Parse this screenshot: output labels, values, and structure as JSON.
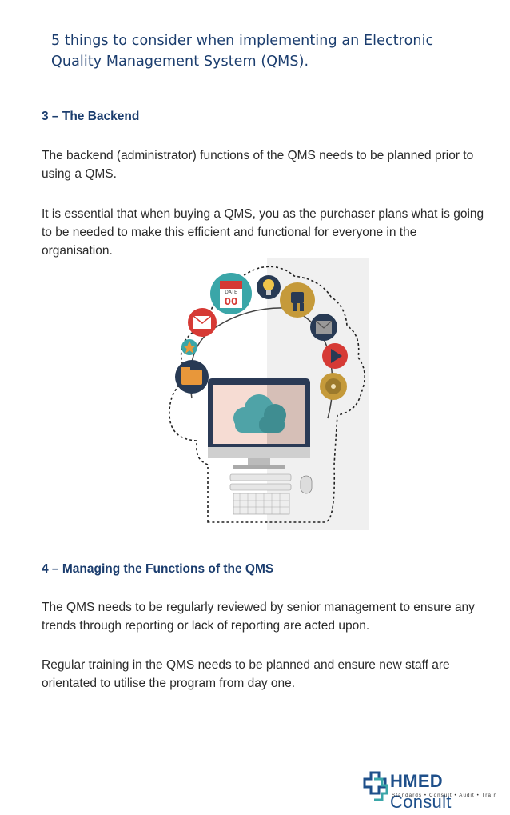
{
  "doc": {
    "title_line1": "5 things to consider when implementing an Electronic",
    "title_line2": "Quality Management System (QMS).",
    "section3": {
      "heading": "3 – The Backend",
      "para1": "The backend (administrator) functions of the QMS needs to be planned prior to using a QMS.",
      "para2": "It is essential that when buying a QMS, you as the purchaser plans what is going to be needed to make this efficient and functional for everyone in the organisation."
    },
    "section4": {
      "heading": "4 – Managing the Functions of the QMS",
      "para1": "The QMS needs to be regularly reviewed by senior management to ensure any trends through reporting or lack of reporting are acted upon.",
      "para2": "Regular training in the QMS needs to be planned and ensure new staff are orientated to utilise the program from day one."
    }
  },
  "illustration": {
    "calendar_label": "DATE",
    "calendar_number": "00",
    "colors": {
      "teal": "#3aa6a8",
      "red": "#d63a35",
      "orange": "#e8973a",
      "navy": "#283a54",
      "grey": "#666666"
    }
  },
  "logo": {
    "name_a": "HMED",
    "name_b": "Consult",
    "tagline": "Standards • Consult • Audit • Train"
  }
}
